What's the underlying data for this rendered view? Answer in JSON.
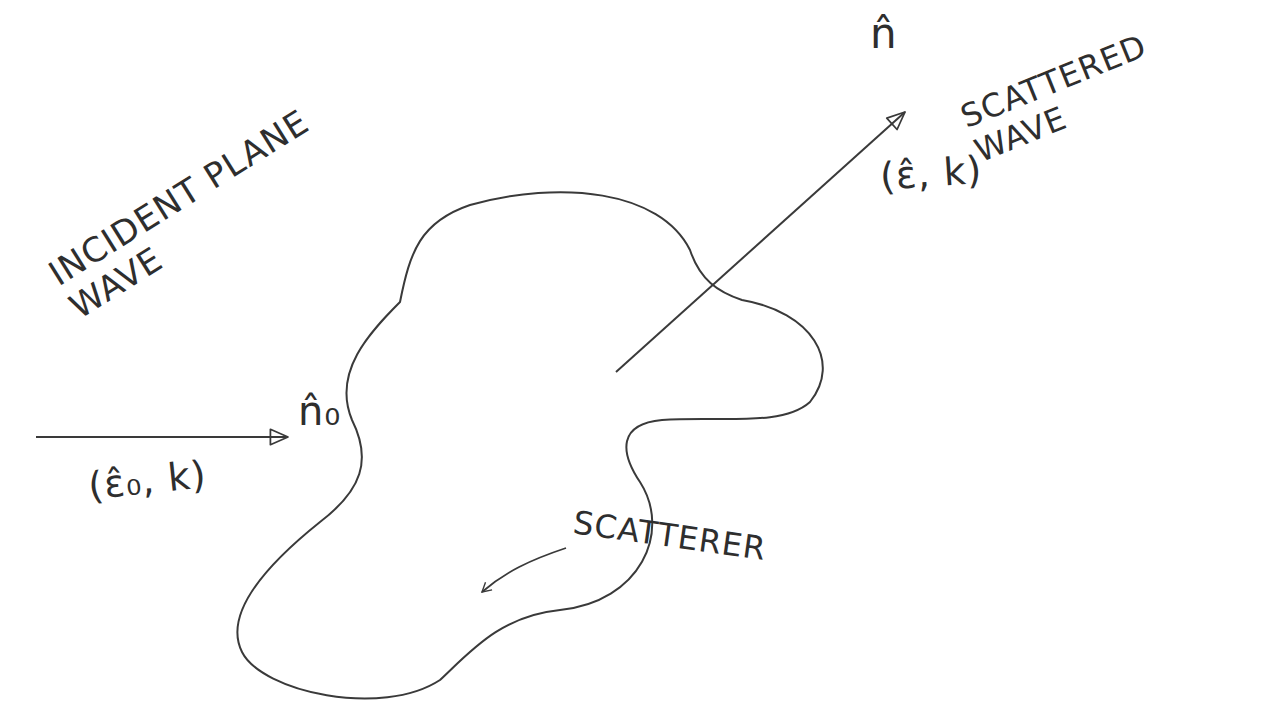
{
  "diagram": {
    "labels": [
      "INCIDENT PLANE WAVE",
      "(ε̂₀, k)",
      "n̂₀",
      "n̂",
      "SCATTERED WAVE",
      "(ε̂, k)",
      "SCATTERER"
    ]
  }
}
